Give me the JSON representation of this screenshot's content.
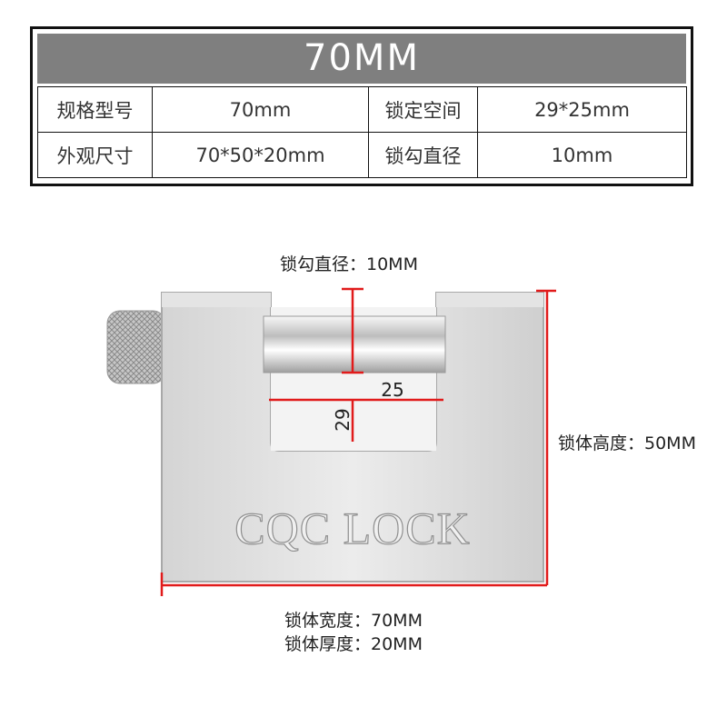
{
  "spec": {
    "title": "70MM",
    "rows": [
      [
        "规格型号",
        "70mm",
        "锁定空间",
        "29*25mm"
      ],
      [
        "外观尺寸",
        "70*50*20mm",
        "锁勾直径",
        "10mm"
      ]
    ]
  },
  "product": {
    "engraving": "CQC LOCK",
    "inner_width_label": "25",
    "inner_height_label": "29",
    "shackle_diameter": "锁勾直径：10MM",
    "body_height": "锁体高度：50MM",
    "body_width": "锁体宽度：70MM",
    "body_thickness": "锁体厚度：20MM"
  },
  "colors": {
    "header_bg": "#7f7f7f",
    "dimension_line": "#e11b1b"
  }
}
